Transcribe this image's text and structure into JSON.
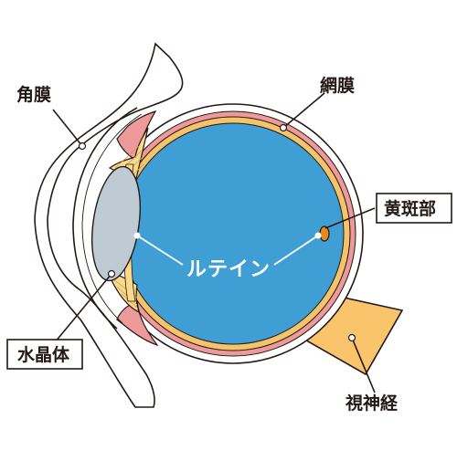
{
  "labels": {
    "cornea": "角膜",
    "retina": "網膜",
    "macula": "黄斑部",
    "lutein": "ルテイン",
    "lens": "水晶体",
    "optic_nerve": "視神経"
  },
  "colors": {
    "vitreous": "#3f9fd4",
    "retina": "#f5c36a",
    "choroid": "#ee9a9a",
    "lens": "#bfcbd3",
    "ciliary": "#f9d98a",
    "macula": "#e8891e",
    "outline": "#231815"
  }
}
